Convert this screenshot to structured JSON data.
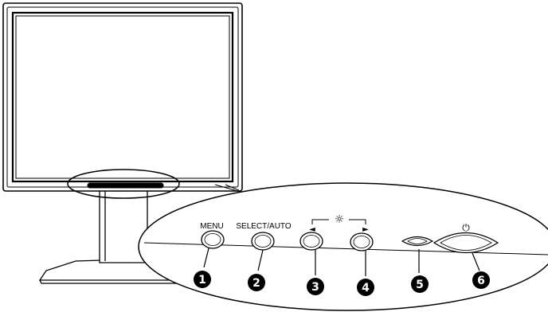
{
  "labels": {
    "menu": "MENU",
    "select_auto": "SELECT/AUTO",
    "left_arrow": "◄",
    "right_arrow": "►",
    "brightness_symbol": "☼",
    "power_symbol": "⏻"
  },
  "callouts": [
    "1",
    "2",
    "3",
    "4",
    "5",
    "6"
  ],
  "icons": {
    "brightness": "sun-icon",
    "power": "power-icon",
    "left": "left-arrow-icon",
    "right": "right-arrow-icon"
  }
}
